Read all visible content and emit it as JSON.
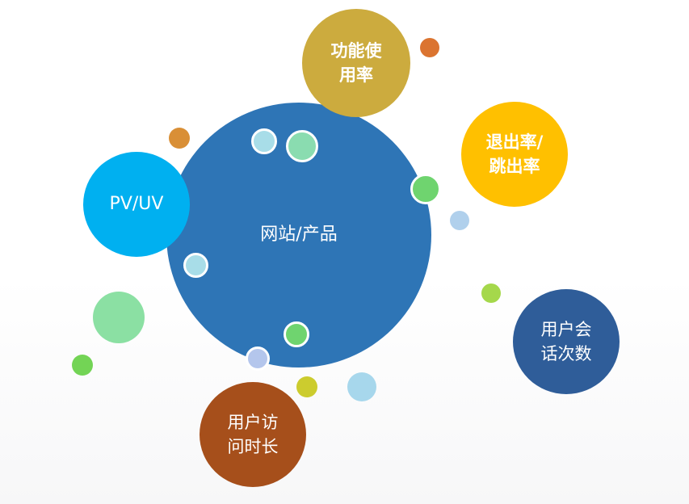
{
  "bubbles": [
    {
      "id": "website-product",
      "label": "网站/产品",
      "color": "#2e75b6",
      "font_weight": "normal"
    },
    {
      "id": "feature-usage",
      "label": "功能使\n用率",
      "color": "#ccab3e",
      "font_weight": "bold"
    },
    {
      "id": "exit-bounce",
      "label": "退出率/\n跳出率",
      "color": "#ffc000",
      "font_weight": "bold"
    },
    {
      "id": "pv-uv",
      "label": "PV/UV",
      "color": "#00b0f0",
      "font_weight": "normal"
    },
    {
      "id": "user-sessions",
      "label": "用户会\n话次数",
      "color": "#2f5d99",
      "font_weight": "normal"
    },
    {
      "id": "visit-duration",
      "label": "用户访\n问时长",
      "color": "#a64f1b",
      "font_weight": "normal"
    }
  ],
  "dot_colors": {
    "orange": "#db7430",
    "amber": "#d98f36",
    "light_cyan": "#a8dde8",
    "mint": "#8adcb0",
    "green": "#6fd46f",
    "pale_blue": "#b0d0ec",
    "lime": "#a5d84b",
    "olive_yellow": "#cccc2e",
    "light_green": "#8be0a3",
    "bright_green": "#73d455",
    "lavender": "#b4c6ec",
    "sky": "#a7d7ec"
  }
}
